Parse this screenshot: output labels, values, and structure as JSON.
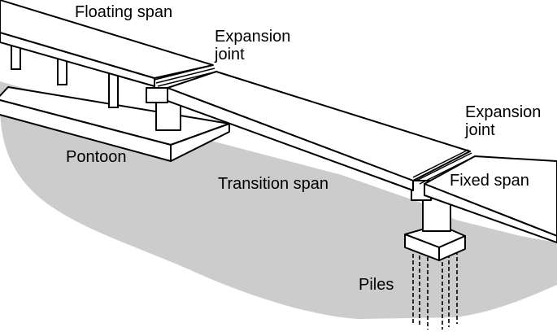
{
  "diagram": {
    "labels": {
      "floating_span": "Floating span",
      "expansion_joint_1_line1": "Expansion",
      "expansion_joint_1_line2": "joint",
      "expansion_joint_2_line1": "Expansion",
      "expansion_joint_2_line2": "joint",
      "pontoon": "Pontoon",
      "transition_span": "Transition span",
      "fixed_span": "Fixed span",
      "piles": "Piles"
    },
    "colors": {
      "ground": "#cccccc",
      "line": "#000000",
      "structure_fill": "#ffffff"
    }
  }
}
